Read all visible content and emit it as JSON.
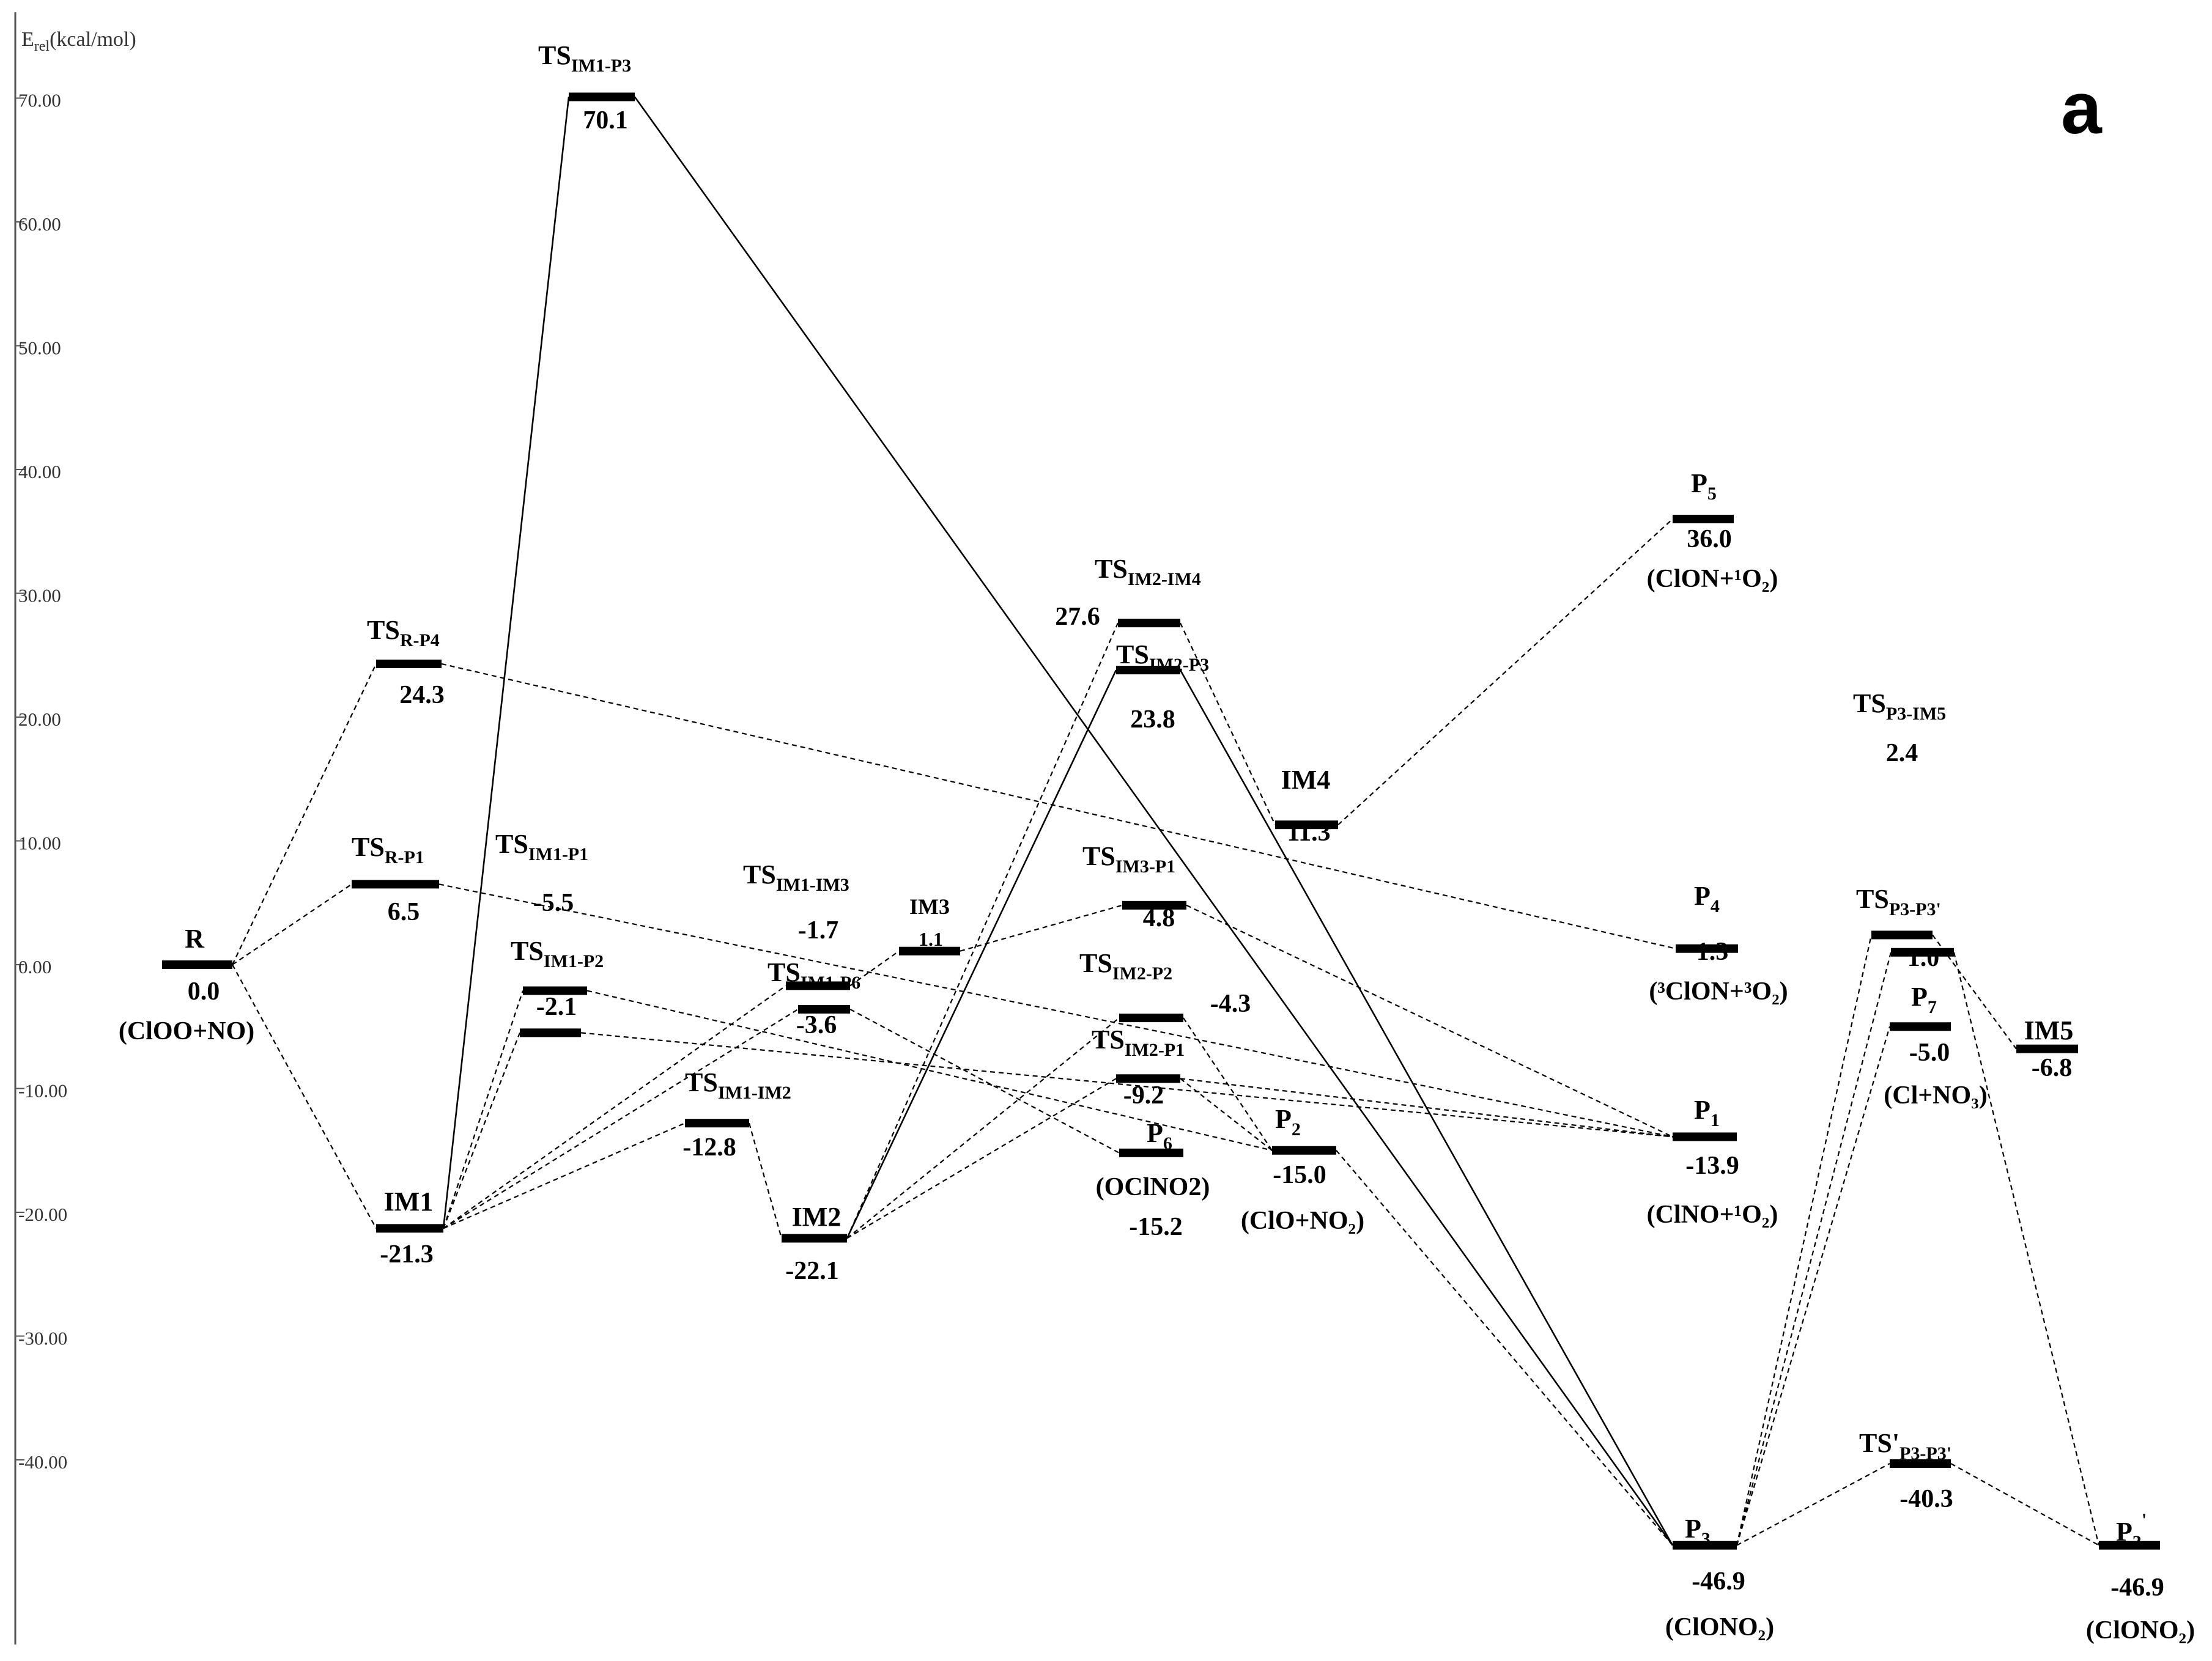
{
  "axis": {
    "title_base": "E",
    "title_sub": "rel",
    "title_unit": "(kcal/mol)",
    "ticks": [
      70,
      60,
      50,
      40,
      30,
      20,
      10,
      0,
      -10,
      -20,
      -30,
      -40
    ],
    "tick_labels": [
      "70.00",
      "60.00",
      "50.00",
      "40.00",
      "30.00",
      "20.00",
      "10.00",
      "0.00",
      "-10.00",
      "-20.00",
      "-30.00",
      "-40.00"
    ]
  },
  "panel_label": "a",
  "levels": [
    {
      "id": "R",
      "energy": 0.0,
      "value": "0.0",
      "name": "R",
      "sub": "",
      "species": "(ClOO+NO)"
    },
    {
      "id": "IM1",
      "energy": -21.3,
      "value": "-21.3",
      "name": "IM1",
      "sub": ""
    },
    {
      "id": "TS_R_P4",
      "energy": 24.3,
      "value": "24.3",
      "name": "TS",
      "sub": "R-P4"
    },
    {
      "id": "TS_R_P1",
      "energy": 6.5,
      "value": "6.5",
      "name": "TS",
      "sub": "R-P1"
    },
    {
      "id": "TS_IM1_P3",
      "energy": 70.1,
      "value": "70.1",
      "name": "TS",
      "sub": "IM1-P3"
    },
    {
      "id": "TS_IM1_P1",
      "energy": -5.5,
      "value": "-5.5",
      "name": "TS",
      "sub": "IM1-P1"
    },
    {
      "id": "TS_IM1_P2",
      "energy": -2.1,
      "value": "-2.1",
      "name": "TS",
      "sub": "IM1-P2"
    },
    {
      "id": "TS_IM1_IM3",
      "energy": -1.7,
      "value": "-1.7",
      "name": "TS",
      "sub": "IM1-IM3"
    },
    {
      "id": "TS_IM1_P6",
      "energy": -3.6,
      "value": "-3.6",
      "name": "TS",
      "sub": "IM1-P6"
    },
    {
      "id": "TS_IM1_IM2",
      "energy": -12.8,
      "value": "-12.8",
      "name": "TS",
      "sub": "IM1-IM2"
    },
    {
      "id": "IM3",
      "energy": 1.1,
      "value": "1.1",
      "name": "IM3",
      "sub": ""
    },
    {
      "id": "IM2",
      "energy": -22.1,
      "value": "-22.1",
      "name": "IM2",
      "sub": ""
    },
    {
      "id": "TS_IM2_IM4",
      "energy": 27.6,
      "value": "27.6",
      "name": "TS",
      "sub": "IM2-IM4"
    },
    {
      "id": "TS_IM2_P3",
      "energy": 23.8,
      "value": "23.8",
      "name": "TS",
      "sub": "IM2-P3"
    },
    {
      "id": "TS_IM3_P1",
      "energy": 4.8,
      "value": "4.8",
      "name": "TS",
      "sub": "IM3-P1"
    },
    {
      "id": "TS_IM2_P2",
      "energy": -4.3,
      "value": "-4.3",
      "name": "TS",
      "sub": "IM2-P2"
    },
    {
      "id": "TS_IM2_P1",
      "energy": -9.2,
      "value": "-9.2",
      "name": "TS",
      "sub": "IM2-P1"
    },
    {
      "id": "P6",
      "energy": -15.2,
      "value": "-15.2",
      "name": "P",
      "sub": "6",
      "species": "(OClNO2)"
    },
    {
      "id": "P2",
      "energy": -15.0,
      "value": "-15.0",
      "name": "P",
      "sub": "2",
      "species": "(ClO+NO₂)"
    },
    {
      "id": "IM4",
      "energy": 11.3,
      "value": "11.3",
      "name": "IM4",
      "sub": ""
    },
    {
      "id": "P5",
      "energy": 36.0,
      "value": "36.0",
      "name": "P",
      "sub": "5",
      "species": "(ClON+¹O₂)"
    },
    {
      "id": "P4",
      "energy": 1.3,
      "value": "1.3",
      "name": "P",
      "sub": "4",
      "species": "(³ClON+³O₂)"
    },
    {
      "id": "P1",
      "energy": -13.9,
      "value": "-13.9",
      "name": "P",
      "sub": "1",
      "species": "(ClNO+¹O₂)"
    },
    {
      "id": "P3",
      "energy": -46.9,
      "value": "-46.9",
      "name": "P",
      "sub": "3",
      "species": "(ClONO₂)"
    },
    {
      "id": "TS_P3_IM5",
      "energy": 2.4,
      "value": "2.4",
      "name": "TS",
      "sub": "P3-IM5"
    },
    {
      "id": "TS_P3_P3p",
      "energy": 1.0,
      "value": "1.0",
      "name": "TS",
      "sub": "P3-P3'"
    },
    {
      "id": "P7",
      "energy": -5.0,
      "value": "-5.0",
      "name": "P",
      "sub": "7",
      "species": "(Cl+NO₃)"
    },
    {
      "id": "IM5",
      "energy": -6.8,
      "value": "-6.8",
      "name": "IM5",
      "sub": ""
    },
    {
      "id": "TSp_P3_P3p",
      "energy": -40.3,
      "value": "-40.3",
      "name": "TS'",
      "sub": "P3-P3'"
    },
    {
      "id": "P3p",
      "energy": -46.9,
      "value": "-46.9",
      "name": "P",
      "sub": "3",
      "sup": "'",
      "species": "(ClONO₂)"
    }
  ]
}
